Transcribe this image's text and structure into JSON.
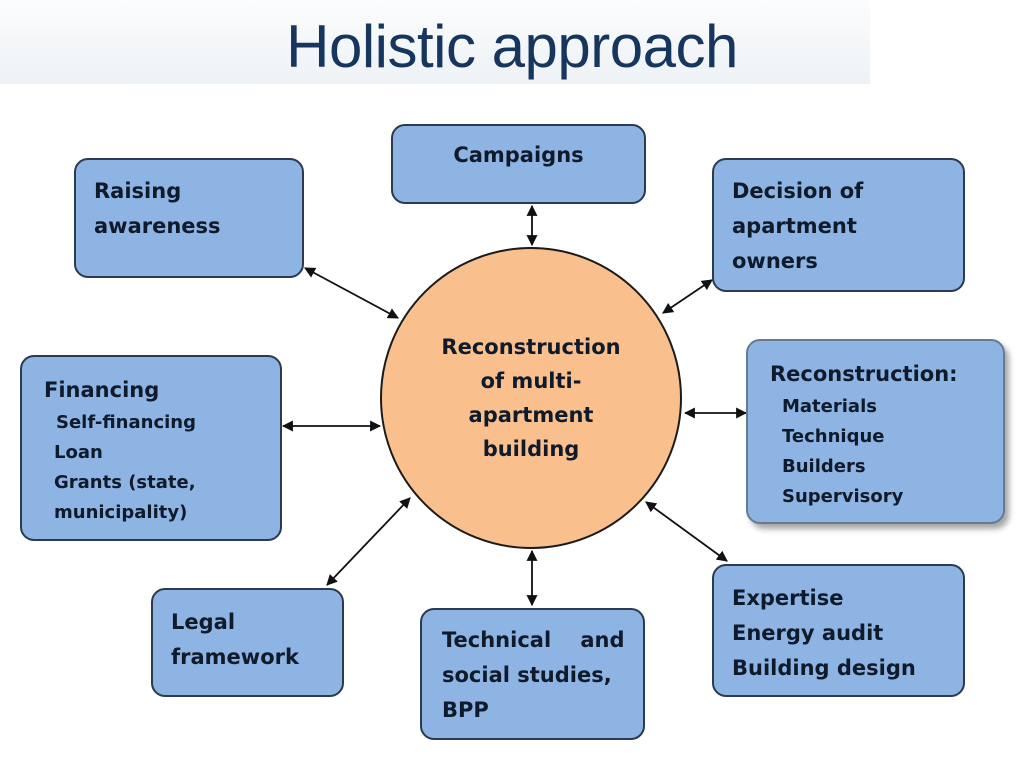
{
  "title": "Holistic approach",
  "center": {
    "lines": [
      "Reconstruction",
      "of multi-",
      "apartment",
      "building"
    ]
  },
  "nodes": {
    "campaigns": {
      "lines": [
        "Campaigns"
      ]
    },
    "raising_awareness": {
      "lines": [
        "Raising",
        "awareness"
      ]
    },
    "decision_owners": {
      "lines": [
        "Decision of",
        "apartment",
        "owners"
      ]
    },
    "financing": {
      "heading": "Financing",
      "items": [
        "Self-financing",
        "Loan",
        "Grants (state,",
        "municipality)"
      ]
    },
    "reconstruction": {
      "heading": "Reconstruction:",
      "items": [
        "Materials",
        "Technique",
        "Builders",
        "Supervisory"
      ]
    },
    "legal": {
      "lines": [
        "Legal",
        "framework"
      ]
    },
    "technical": {
      "lines": [
        "Technical    and",
        "social studies,",
        "BPP"
      ]
    },
    "expertise": {
      "lines": [
        "Expertise",
        "Energy audit",
        "Building design"
      ]
    }
  },
  "colors": {
    "box_fill": "#8eb4e3",
    "hub_fill": "#f9c08e",
    "title": "#17365d",
    "arrow": "#111111"
  }
}
